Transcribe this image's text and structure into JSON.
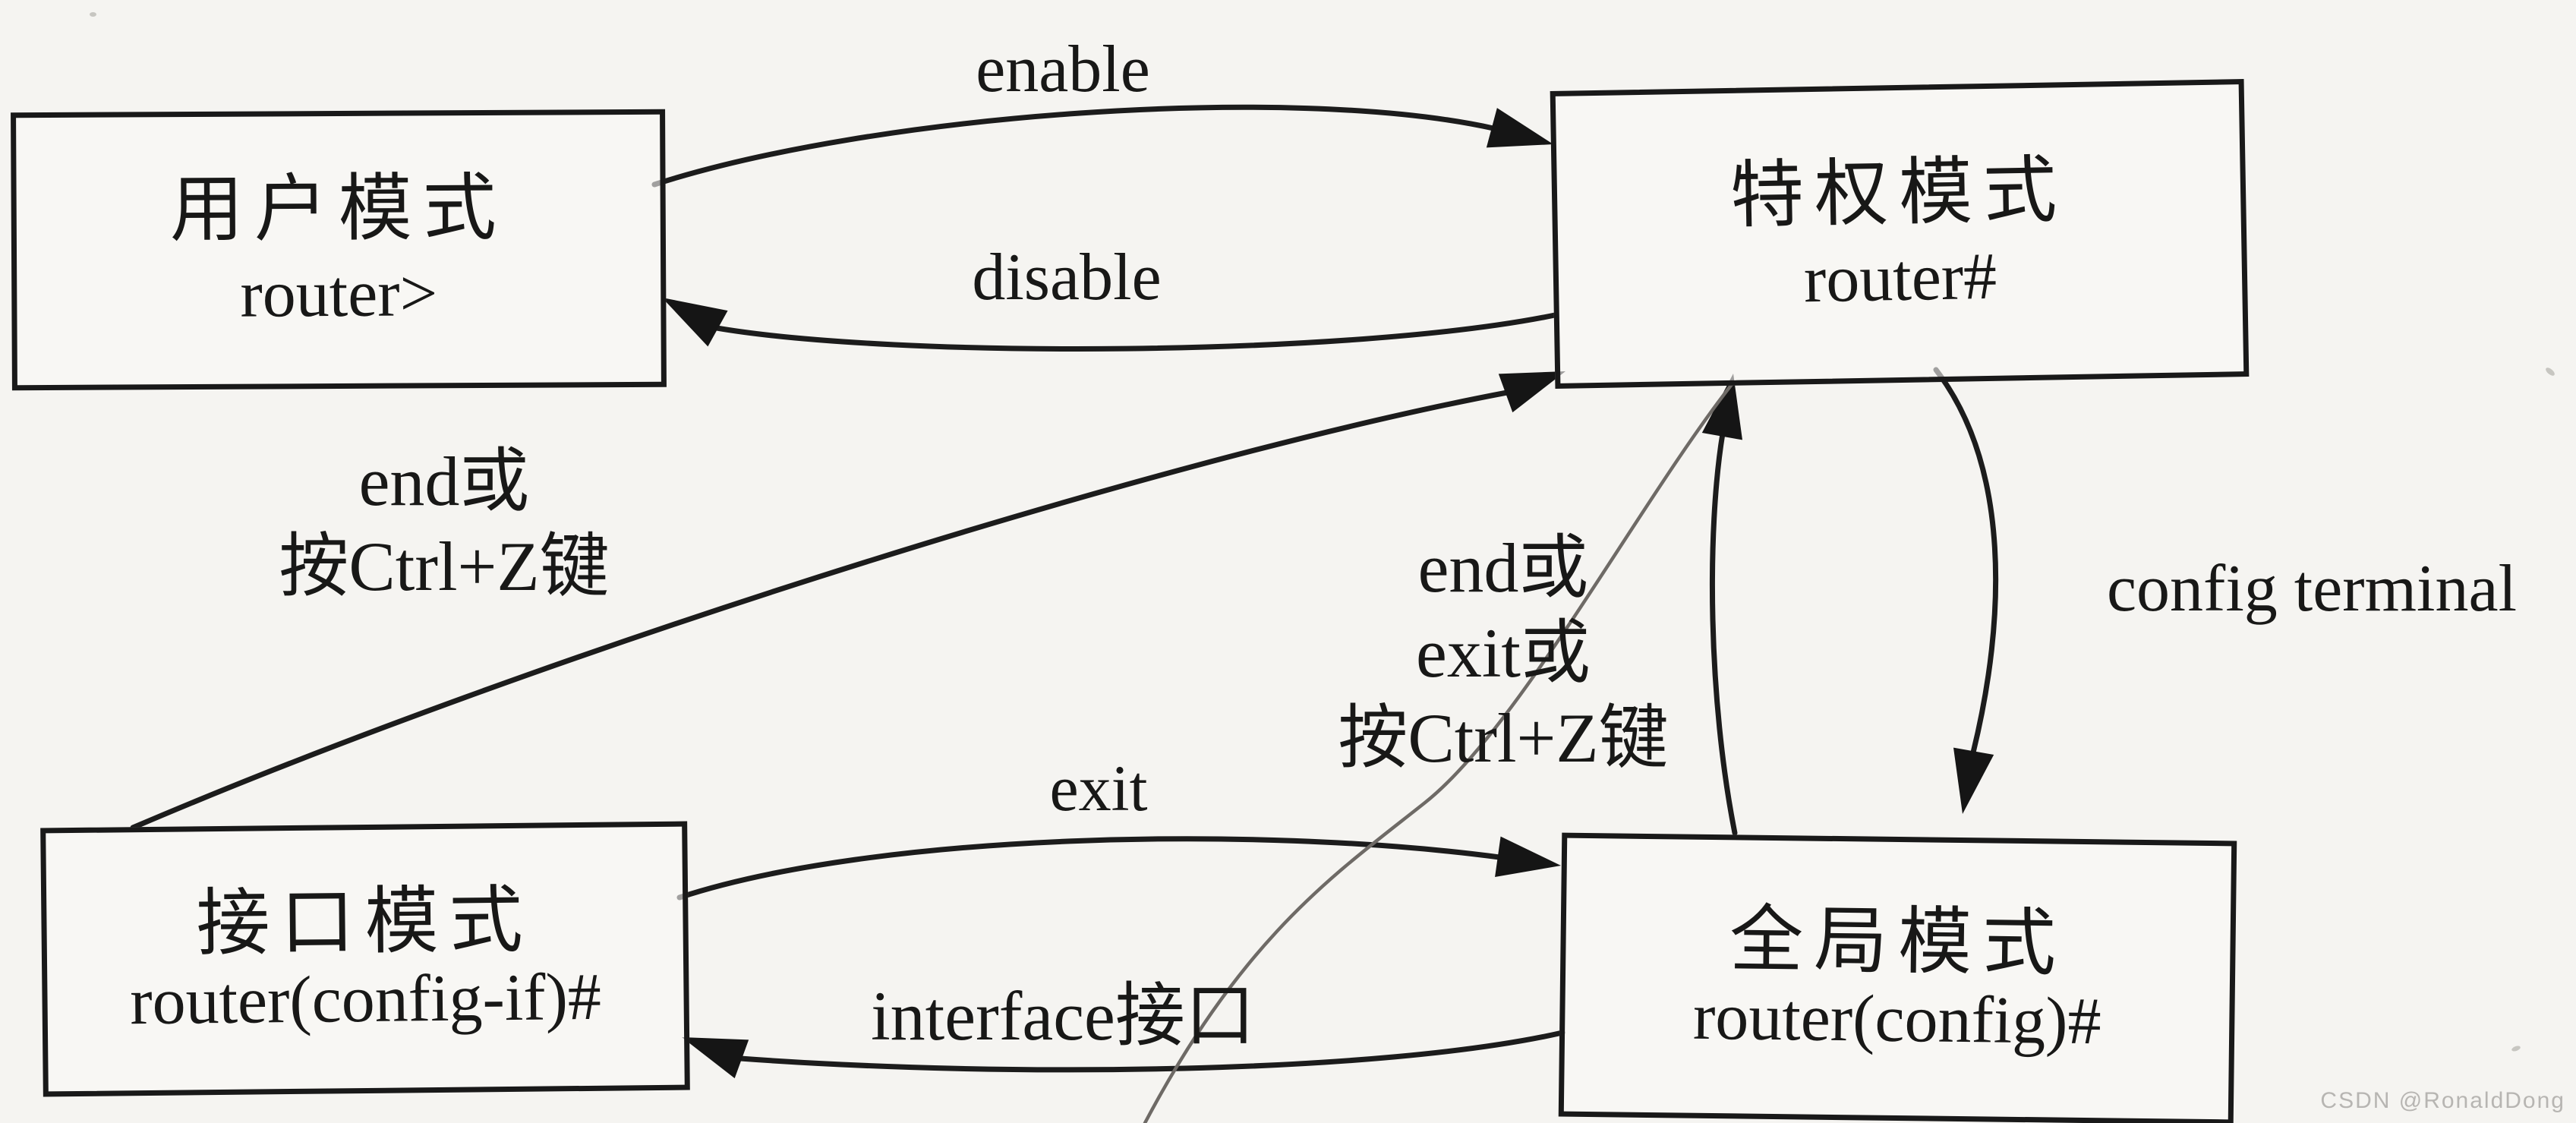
{
  "page": {
    "background": "#f5f4f1",
    "ink": "#1c1c1c",
    "watermark": "CSDN @RonaldDong"
  },
  "nodes": {
    "user": {
      "title": "用户模式",
      "prompt": "router>"
    },
    "privileged": {
      "title": "特权模式",
      "prompt": "router#"
    },
    "interface": {
      "title": "接口模式",
      "prompt": "router(config-if)#"
    },
    "global": {
      "title": "全局模式",
      "prompt": "router(config)#"
    }
  },
  "edges": {
    "enable": {
      "label": "enable",
      "from": "user",
      "to": "privileged"
    },
    "disable": {
      "label": "disable",
      "from": "privileged",
      "to": "user"
    },
    "config_terminal": {
      "label": "config terminal",
      "from": "privileged",
      "to": "global"
    },
    "global_to_privileged": {
      "label_lines": [
        "end或",
        "exit或",
        "按Ctrl+Z键"
      ],
      "from": "global",
      "to": "privileged"
    },
    "interface_to_privileged": {
      "label_lines": [
        "end或",
        "按Ctrl+Z键"
      ],
      "from": "interface",
      "to": "privileged"
    },
    "exit": {
      "label": "exit",
      "from": "interface",
      "to": "global"
    },
    "interface_cmd": {
      "label": "interface接口",
      "from": "global",
      "to": "interface"
    }
  }
}
